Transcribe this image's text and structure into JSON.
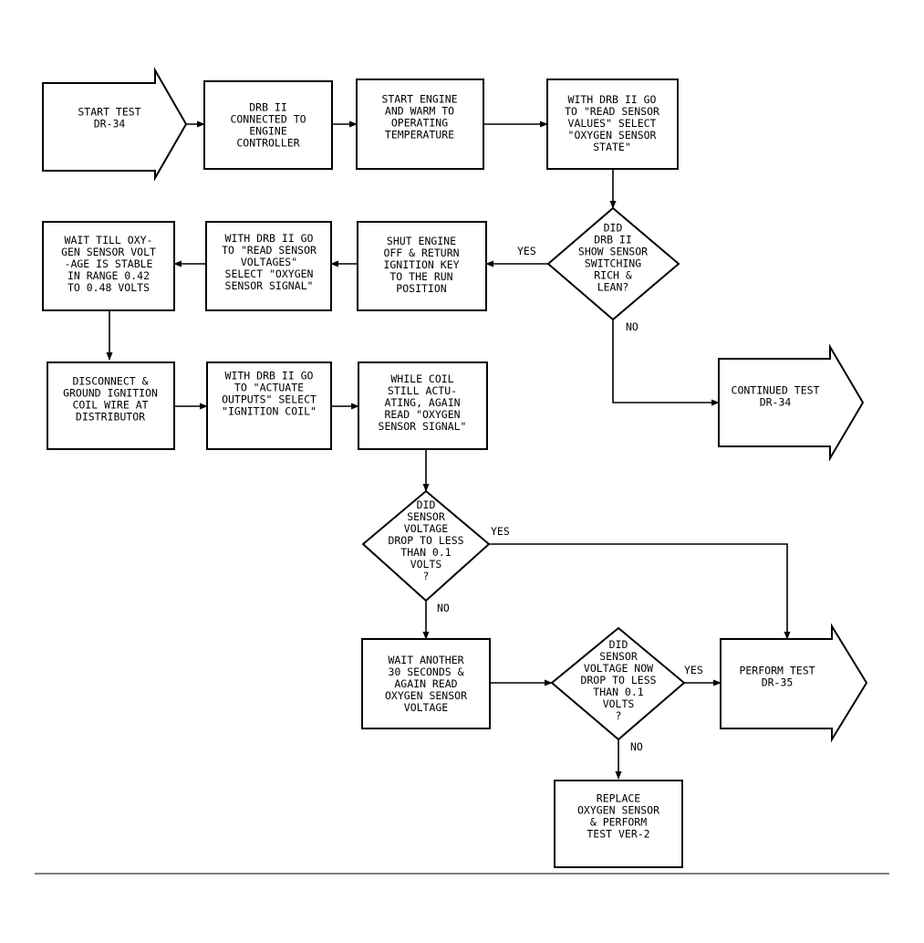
{
  "nodes": {
    "start_test": {
      "lines": [
        "START TEST",
        "DR-34"
      ]
    },
    "drb_connected": {
      "lines": [
        "DRB II",
        "CONNECTED TO",
        "ENGINE",
        "CONTROLLER"
      ]
    },
    "start_engine": {
      "lines": [
        "START ENGINE",
        "AND WARM TO",
        "OPERATING",
        "TEMPERATURE"
      ]
    },
    "read_sensor_values": {
      "lines": [
        "WITH DRB II GO",
        "TO \"READ SENSOR",
        "VALUES\" SELECT",
        "\"OXYGEN SENSOR",
        "STATE\""
      ]
    },
    "did_show_switching": {
      "lines": [
        "DID",
        "DRB II",
        "SHOW SENSOR",
        "SWITCHING",
        "RICH &",
        "LEAN?"
      ]
    },
    "shut_engine": {
      "lines": [
        "SHUT ENGINE",
        "OFF & RETURN",
        "IGNITION KEY",
        "TO THE RUN",
        "POSITION"
      ]
    },
    "read_sensor_voltages": {
      "lines": [
        "WITH DRB II GO",
        "TO \"READ SENSOR",
        "VOLTAGES\"",
        "SELECT \"OXYGEN",
        "SENSOR SIGNAL\""
      ]
    },
    "wait_stable": {
      "lines": [
        "WAIT TILL OXY-",
        "GEN SENSOR VOLT",
        "-AGE IS STABLE",
        "IN RANGE 0.42",
        "TO 0.48 VOLTS"
      ]
    },
    "continued_test": {
      "lines": [
        "CONTINUED TEST",
        "DR-34"
      ]
    },
    "disconnect_ground": {
      "lines": [
        "DISCONNECT &",
        "GROUND IGNITION",
        "COIL WIRE AT",
        "DISTRIBUTOR"
      ]
    },
    "actuate_outputs": {
      "lines": [
        "WITH DRB II GO",
        "TO \"ACTUATE",
        "OUTPUTS\" SELECT",
        "\"IGNITION COIL\""
      ]
    },
    "while_coil": {
      "lines": [
        "WHILE COIL",
        "STILL ACTU-",
        "ATING, AGAIN",
        "READ \"OXYGEN",
        "SENSOR SIGNAL\""
      ]
    },
    "did_voltage_drop": {
      "lines": [
        "DID",
        "SENSOR",
        "VOLTAGE",
        "DROP TO LESS",
        "THAN 0.1",
        "VOLTS",
        "?"
      ]
    },
    "wait_another": {
      "lines": [
        "WAIT ANOTHER",
        "30 SECONDS &",
        "AGAIN READ",
        "OXYGEN SENSOR",
        "VOLTAGE"
      ]
    },
    "did_voltage_now": {
      "lines": [
        "DID",
        "SENSOR",
        "VOLTAGE NOW",
        "DROP TO LESS",
        "THAN 0.1",
        "VOLTS",
        "?"
      ]
    },
    "perform_test": {
      "lines": [
        "PERFORM TEST",
        "DR-35"
      ]
    },
    "replace_sensor": {
      "lines": [
        "REPLACE",
        "OXYGEN SENSOR",
        "& PERFORM",
        "TEST VER-2"
      ]
    }
  },
  "edge_labels": {
    "switching_yes": "YES",
    "switching_no": "NO",
    "drop_yes": "YES",
    "drop_no": "NO",
    "now_yes": "YES",
    "now_no": "NO"
  }
}
